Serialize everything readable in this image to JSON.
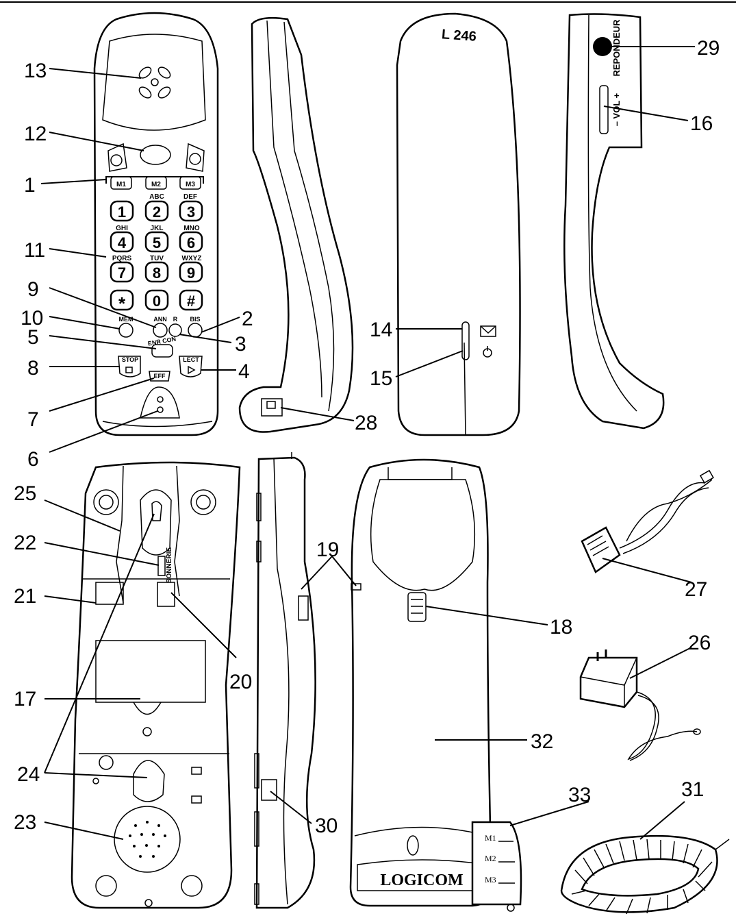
{
  "callouts": {
    "c1": "1",
    "c2": "2",
    "c3": "3",
    "c4": "4",
    "c5": "5",
    "c6": "6",
    "c7": "7",
    "c8": "8",
    "c9": "9",
    "c10": "10",
    "c11": "11",
    "c12": "12",
    "c13": "13",
    "c14": "14",
    "c15": "15",
    "c16": "16",
    "c17": "17",
    "c18": "18",
    "c19": "19",
    "c20": "20",
    "c21": "21",
    "c22": "22",
    "c23": "23",
    "c24": "24",
    "c25": "25",
    "c26": "26",
    "c27": "27",
    "c28": "28",
    "c29": "29",
    "c30": "30",
    "c31": "31",
    "c32": "32",
    "c33": "33"
  },
  "keys": {
    "m1": "M1",
    "m2": "M2",
    "m3": "M3",
    "d1": "1",
    "d2": "2",
    "d3": "3",
    "d4": "4",
    "d5": "5",
    "d6": "6",
    "d7": "7",
    "d8": "8",
    "d9": "9",
    "star": "*",
    "d0": "0",
    "hash": "#",
    "abc": "ABC",
    "def": "DEF",
    "ghi": "GHI",
    "jkl": "JKL",
    "mno": "MNO",
    "pqrs": "PQRS",
    "tuv": "TUV",
    "wxyz": "WXYZ",
    "mem": "MEM",
    "ann": "ANN",
    "r": "R",
    "bis": "BIS",
    "enr": "ENR CON",
    "stop": "STOP",
    "lect": "LECT",
    "eff": "EFF"
  },
  "texts": {
    "model": "L 246",
    "repondeur": "REPONDEUR",
    "vol": "– VOL +",
    "sonnerie": "SONNERIE",
    "brand": "LOGICOM",
    "mem1": "M1",
    "mem2": "M2",
    "mem3": "M3"
  }
}
